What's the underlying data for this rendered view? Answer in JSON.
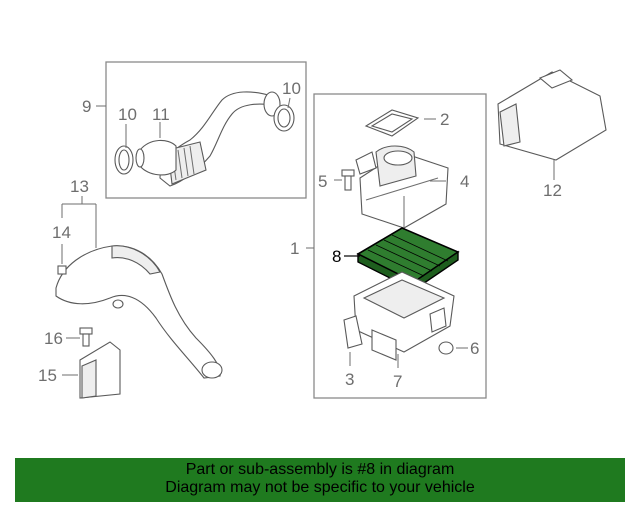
{
  "diagram": {
    "callouts": {
      "c1": "1",
      "c2": "2",
      "c3": "3",
      "c4": "4",
      "c5": "5",
      "c6": "6",
      "c7": "7",
      "c8": "8",
      "c9": "9",
      "c10a": "10",
      "c10b": "10",
      "c11": "11",
      "c12": "12",
      "c13": "13",
      "c14": "14",
      "c15": "15",
      "c16": "16"
    },
    "highlight_color": "#1f7a1f"
  },
  "banner": {
    "line1": "Part or sub-assembly is #8 in diagram",
    "line2": "Diagram may not be specific to your vehicle",
    "background": "#1f7a1f"
  }
}
